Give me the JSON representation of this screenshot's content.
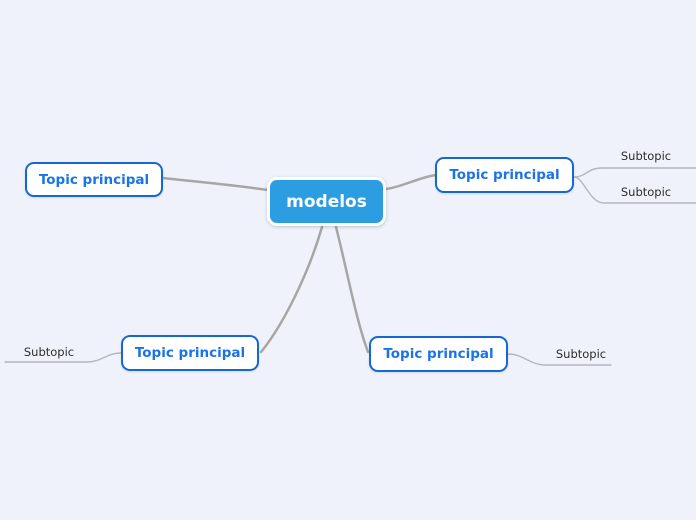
{
  "diagram": {
    "type": "mindmap",
    "root": {
      "label": "modelos"
    },
    "topics": [
      {
        "id": "top-left",
        "label": "Topic principal",
        "subtopics": []
      },
      {
        "id": "top-right",
        "label": "Topic principal",
        "subtopics": [
          "Subtopic",
          "Subtopic"
        ]
      },
      {
        "id": "bottom-left",
        "label": "Topic principal",
        "subtopics": [
          "Subtopic"
        ]
      },
      {
        "id": "bottom-right",
        "label": "Topic principal",
        "subtopics": [
          "Subtopic"
        ]
      }
    ]
  },
  "colors": {
    "background": "#eff2fa",
    "root_fill": "#2b9de0",
    "root_text": "#ffffff",
    "topic_fill": "#ffffff",
    "topic_border": "#1568d4",
    "topic_text": "#1a73e8",
    "connector": "#a6a6a6",
    "branch": "#b4b7bd",
    "subtopic_text": "#2d2d2d"
  }
}
